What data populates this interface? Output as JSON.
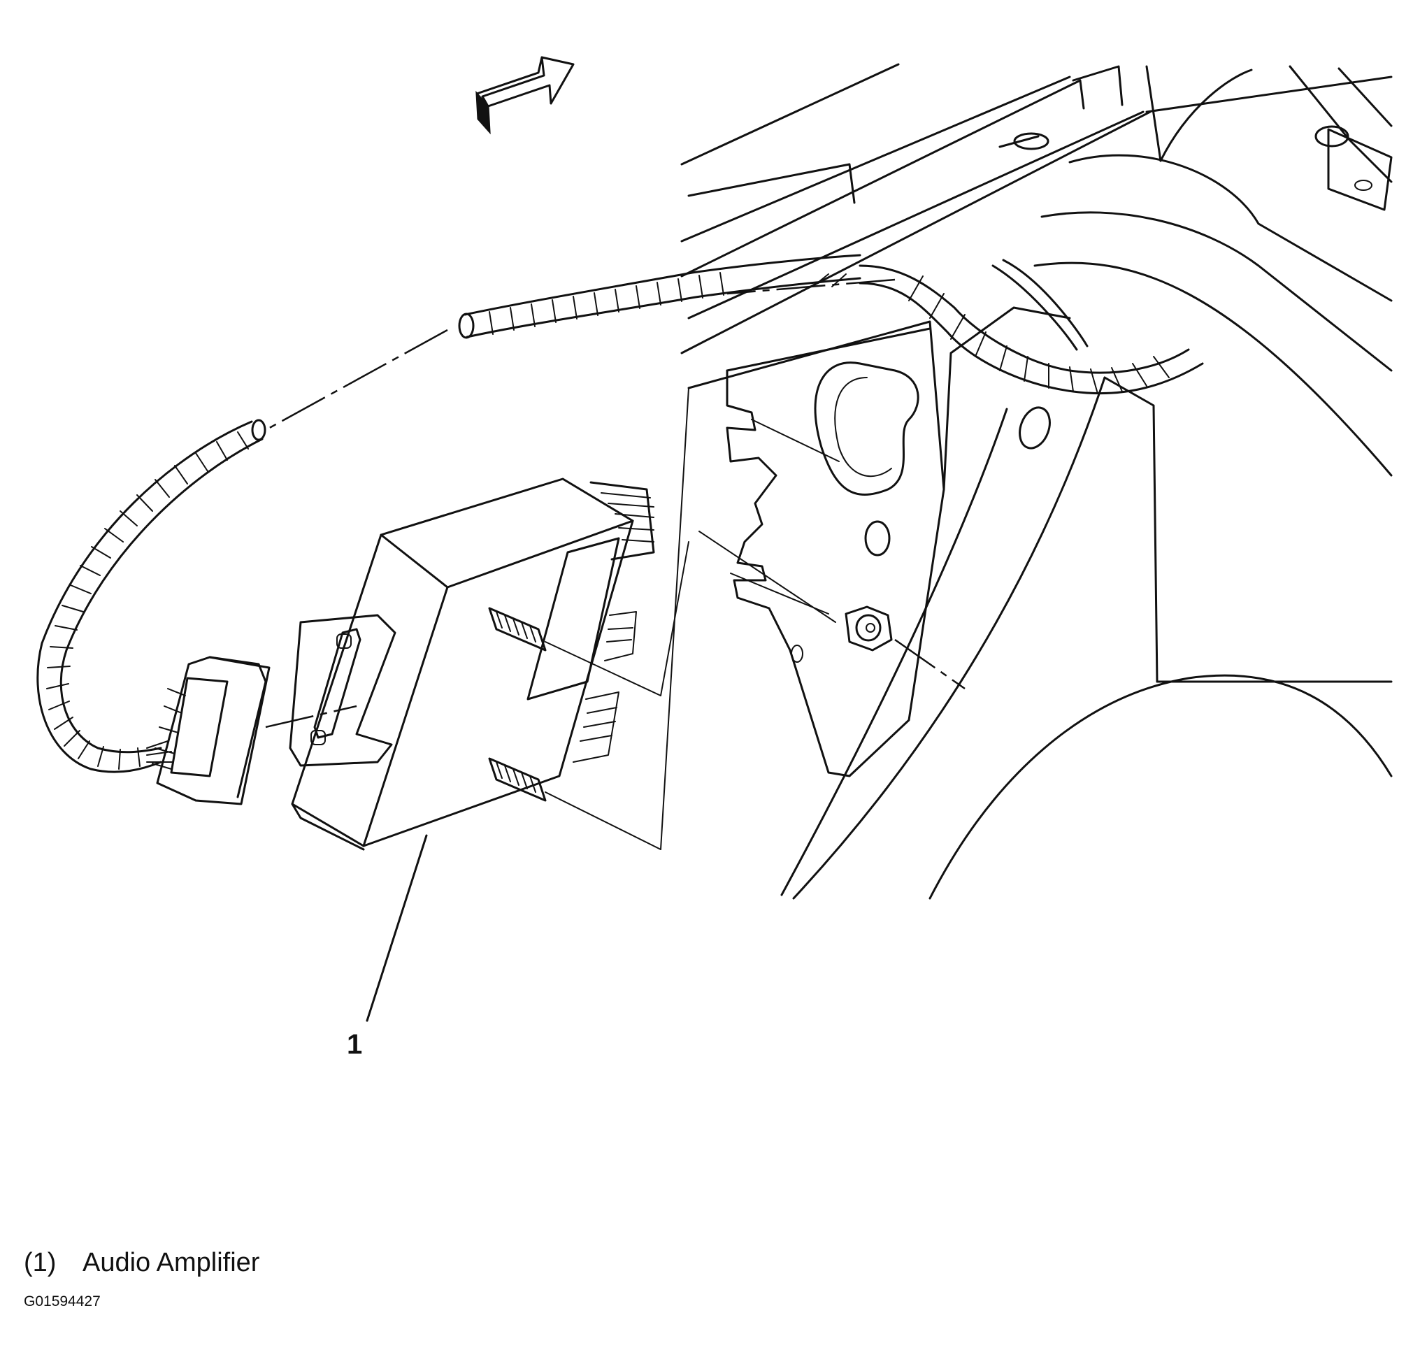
{
  "callouts": [
    {
      "number": "1",
      "label": "Audio Amplifier",
      "legend_number": "(1)"
    }
  ],
  "figure_id": "G01594427",
  "icons": {
    "direction_arrow": "front-direction-arrow-icon",
    "nut": "hex-nut-icon",
    "amplifier": "audio-amplifier-icon",
    "harness": "wiring-harness-icon"
  }
}
